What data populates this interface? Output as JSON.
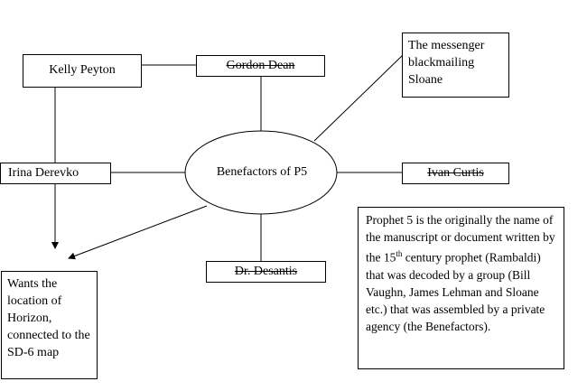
{
  "center": {
    "label": "Benefactors of P5"
  },
  "nodes": {
    "kelly_peyton": "Kelly Peyton",
    "gordon_dean": "Gordon Dean",
    "messenger": "The messenger blackmailing Sloane",
    "irina_derevko": "Irina Derevko",
    "ivan_curtis": "Ivan Curtis",
    "dr_desantis": "Dr. Desantis",
    "wants_location": "Wants the location of Horizon, connected to the SD-6 map"
  },
  "note": {
    "part1": "Prophet 5 is the originally the name of the manuscript or document written by the 15",
    "sup": "th",
    "part2": " century prophet (Rambaldi) that was decoded by a group (Bill Vaughn, James Lehman and Sloane etc.) that was assembled by a private agency (the Benefactors)."
  }
}
